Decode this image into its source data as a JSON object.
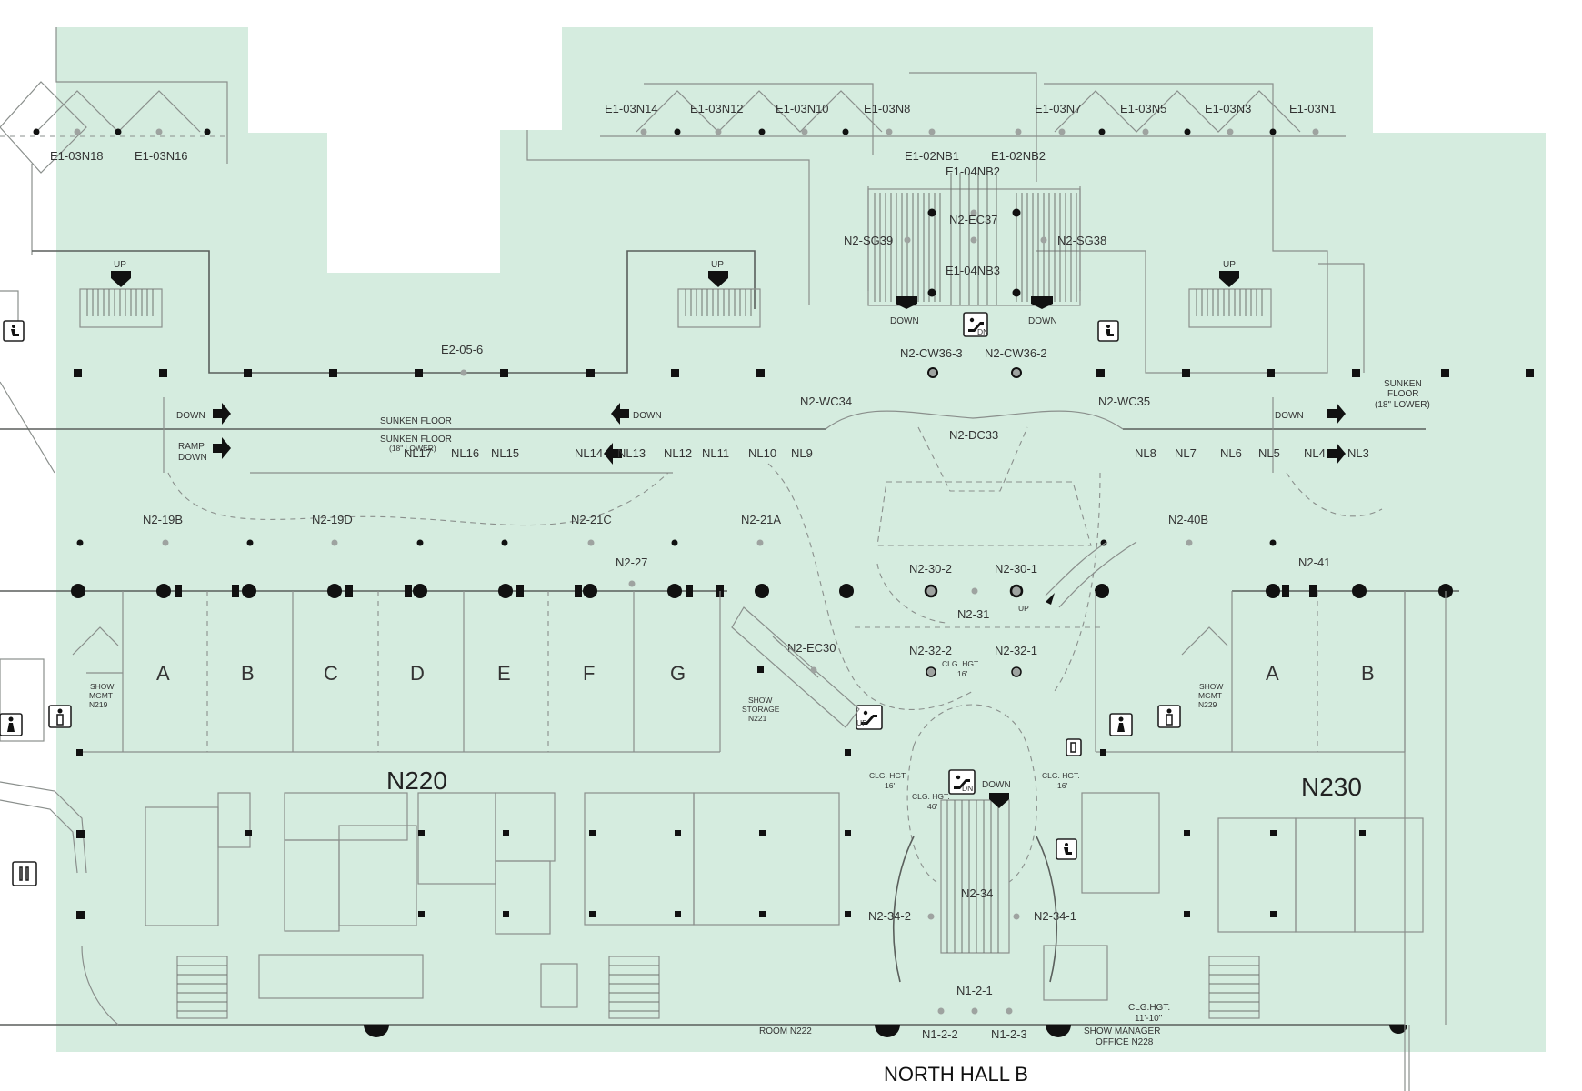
{
  "colors": {
    "floor": "#d5ecdf",
    "line": "#8a8f8c",
    "column": "#111111",
    "grid_dot": "#9ea3a0"
  },
  "booths_top": [
    "E1-03N18",
    "E1-03N16",
    "E1-03N14",
    "E1-03N12",
    "E1-03N10",
    "E1-03N8",
    "E1-03N7",
    "E1-03N5",
    "E1-03N3",
    "E1-03N1"
  ],
  "escalator_labels": {
    "nb1": "E1-02NB1",
    "nb2": "E1-02NB2",
    "e104nb2": "E1-04NB2",
    "ec37": "N2-EC37",
    "sg39": "N2-SG39",
    "sg38": "N2-SG38",
    "e104nb3": "E1-04NB3"
  },
  "stairs": {
    "up": "UP",
    "down": "DOWN",
    "dn": "DN",
    "ramp_down": "RAMP DOWN",
    "ramp": "RAMP",
    "ramp_dn": "DOWN"
  },
  "corridor": {
    "e2": "E2-05-6",
    "cw36_3": "N2-CW36-3",
    "cw36_2": "N2-CW36-2",
    "wc34": "N2-WC34",
    "wc35": "N2-WC35",
    "dc33": "N2-DC33",
    "sunken1": "SUNKEN FLOOR",
    "sunken2": "SUNKEN FLOOR",
    "sunken2b": "(18\" LOWER)",
    "sunken_right1": "SUNKEN",
    "sunken_right2": "FLOOR",
    "sunken_right3": "(18\" LOWER)"
  },
  "nl_labels": [
    "NL17",
    "NL16",
    "NL15",
    "NL14",
    "NL13",
    "NL12",
    "NL11",
    "NL10",
    "NL9",
    "NL8",
    "NL7",
    "NL6",
    "NL5",
    "NL4",
    "NL3"
  ],
  "grid_labels": {
    "n2_19b": "N2-19B",
    "n2_19d": "N2-19D",
    "n2_21c": "N2-21C",
    "n2_21a": "N2-21A",
    "n2_27": "N2-27",
    "n2_40b": "N2-40B",
    "n2_41": "N2-41",
    "n2_30_2": "N2-30-2",
    "n2_30_1": "N2-30-1",
    "n2_31": "N2-31",
    "n2_32_2": "N2-32-2",
    "n2_32_1": "N2-32-1",
    "n2_ec30": "N2-EC30",
    "n2_34": "N2-34",
    "n2_34_2": "N2-34-2",
    "n2_34_1": "N2-34-1",
    "n1_2_1": "N1-2-1",
    "n1_2_2": "N1-2-2",
    "n1_2_3": "N1-2-3"
  },
  "rooms_left": [
    "A",
    "B",
    "C",
    "D",
    "E",
    "F",
    "G"
  ],
  "rooms_right": [
    "A",
    "B"
  ],
  "show_mgmt_left": [
    "SHOW",
    "MGMT",
    "N219"
  ],
  "show_mgmt_right": [
    "SHOW",
    "MGMT",
    "N229"
  ],
  "show_storage": [
    "SHOW",
    "STORAGE",
    "N221"
  ],
  "hall_left": "N220",
  "hall_right": "N230",
  "clg": {
    "h16": "16'",
    "h46": "46'",
    "clg_hgt": "CLG. HGT.",
    "clg_hgt2": "CLG.HGT.",
    "h11": "11'-10\""
  },
  "bottom": {
    "room_n222": "ROOM N222",
    "show_manager": [
      "SHOW MANAGER",
      "OFFICE N228"
    ],
    "north_hall": "NORTH HALL B"
  },
  "icons": [
    "restroom-women-icon",
    "restroom-men-icon",
    "elevator-accessible-icon",
    "escalator-icon",
    "restaurant-icon",
    "phone-icon"
  ]
}
